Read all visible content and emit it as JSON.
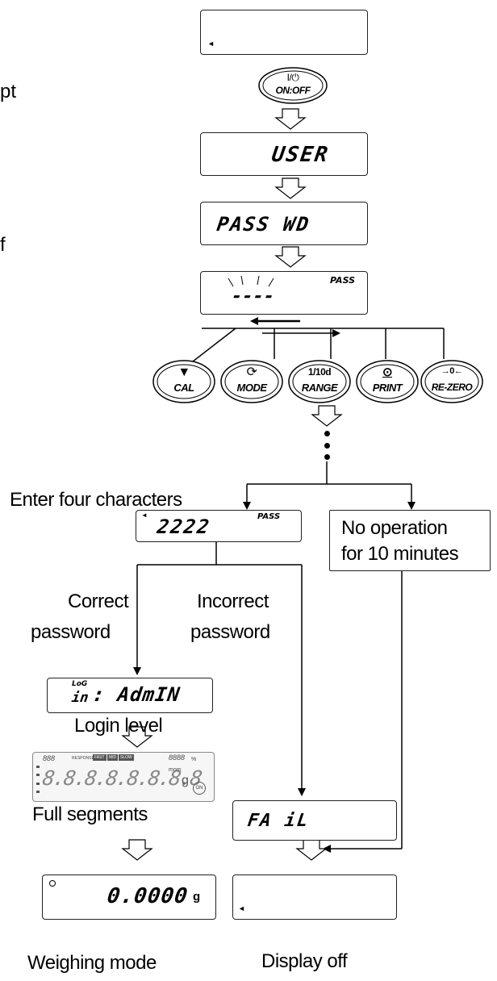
{
  "left_edge_fragments": {
    "line1": "pt",
    "line2": "f"
  },
  "displays": {
    "initial_indicator": "◄",
    "user": "USER",
    "pass_wd": "PASS  WD",
    "entry_dashes": "----",
    "pass_tag": "PASS",
    "entered_code": "2222",
    "login_prefix_top": "LoG",
    "login_prefix_bottom": "in",
    "login_level_text": ": AdmIN",
    "fail": "FA iL",
    "weighing_value": "0.0000",
    "weighing_unit": "g",
    "off_indicator": "◄"
  },
  "keys": {
    "power": {
      "top": "I/⏻",
      "bottom": "ON:OFF"
    },
    "cal": {
      "symbol": "▼",
      "label": "CAL"
    },
    "mode": {
      "symbol": "⟳",
      "label": "MODE"
    },
    "range": {
      "symbol": "1/10d",
      "label": "RANGE"
    },
    "print": {
      "symbol": "⊙",
      "label": "PRINT"
    },
    "rezero": {
      "symbol": "→0←",
      "label": "RE-ZERO"
    }
  },
  "labels": {
    "enter_four": "Enter four characters",
    "no_op_line1": "No operation",
    "no_op_line2": "for 10 minutes",
    "correct_line1": "Correct",
    "correct_line2": "password",
    "incorrect_line1": "Incorrect",
    "incorrect_line2": "password",
    "login_level": "Login level",
    "full_segments": "Full segments",
    "weighing_mode": "Weighing mode",
    "display_off": "Display off"
  },
  "full_segment_display": {
    "small_digits": "888",
    "response_label": "RESPONSE",
    "response_fast": "FAST",
    "response_mid": "MID",
    "response_slow": "SLOW",
    "top_right": "8888",
    "percent": "%",
    "main_digits": "8.8.8.8.8.8.8.8",
    "mom": "mom",
    "unit": "g",
    "on_badge": "ON"
  }
}
